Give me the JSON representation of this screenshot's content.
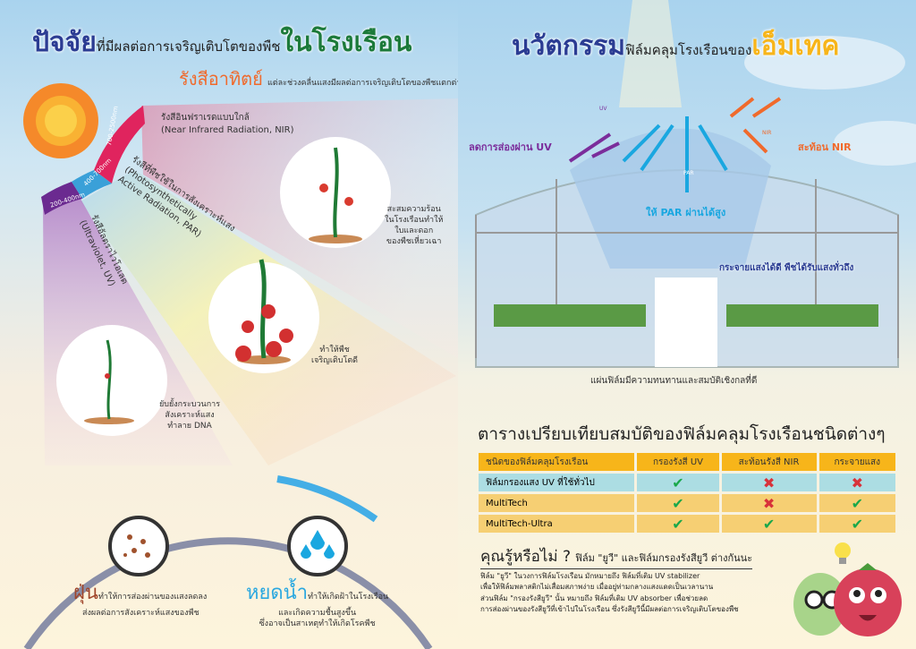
{
  "left": {
    "title_a": "ปัจจัย",
    "title_b": "ที่มีผลต่อการเจริญเติบโตของพืช",
    "title_c": "ในโรงเรือน",
    "sub_a": "รังสีอาทิตย์",
    "sub_b": "แต่ละช่วงคลื่นแสงมีผลต่อการเจริญเติบโตของพืชแตกต่างกัน",
    "bands": [
      "200-400nm",
      "400-700nm",
      "700-2500nm"
    ],
    "nir_th": "รังสีอินฟราเรดแบบใกล้",
    "nir_en": "(Near Infrared Radiation, NIR)",
    "par_th": "รังสีที่พืชใช้ในการสังเคราะห์แสง",
    "par_en1": "(Photosynthetically",
    "par_en2": "Active Radiation, PAR)",
    "uv_th": "รังสีอัลตราไวโอเลต",
    "uv_en": "(Ultraviolet, UV)",
    "nir_effect": [
      "สะสมความร้อน",
      "ในโรงเรือนทำให้",
      "ใบและดอก",
      "ของพืชเหี่ยวเฉา"
    ],
    "par_effect": [
      "ทำให้พืช",
      "เจริญเติบโตดี"
    ],
    "uv_effect": [
      "ยับยั้งกระบวนการ",
      "สังเคราะห์แสง",
      "ทำลาย DNA"
    ],
    "dust_title": "ฝุ่น",
    "dust_text": [
      "ทำให้การส่องผ่านของแสงลดลง",
      "ส่งผลต่อการสังเคราะห์แสงของพืช"
    ],
    "drop_title": "หยดน้ำ",
    "drop_text": [
      "ทำให้เกิดฝ้าในโรงเรือน",
      "และเกิดความชื้นสูงขึ้น",
      "ซึ่งอาจเป็นสาเหตุทำให้เกิดโรคพืช"
    ]
  },
  "right": {
    "title_a": "นวัตกรรม",
    "title_b": "ฟิล์มคลุมโรงเรือนของ",
    "title_c": "เอ็มเทค",
    "uv_label": "ลดการส่องผ่าน UV",
    "nir_label": "สะท้อน NIR",
    "par_label": "ให้ PAR ผ่านได้สูง",
    "arrow_labels": {
      "uv": "UV",
      "par": "PAR",
      "nir": "NIR"
    },
    "diffuse_label": "กระจายแสงได้ดี พืชได้รับแสงทั่วถึง",
    "durable_label": "แผ่นฟิล์มมีความทนทานและสมบัติเชิงกลที่ดี",
    "table_title": "ตารางเปรียบเทียบสมบัติของฟิล์มคลุมโรงเรือนชนิดต่างๆ",
    "table": {
      "headers": [
        "ชนิดของฟิล์มคลุมโรงเรือน",
        "กรองรังสี UV",
        "สะท้อนรังสี NIR",
        "กระจายแสง"
      ],
      "rows": [
        {
          "name": "ฟิล์มกรองแสง UV ที่ใช้ทั่วไป",
          "vals": [
            "✔",
            "✖",
            "✖"
          ]
        },
        {
          "name": "MultiTech",
          "vals": [
            "✔",
            "✖",
            "✔"
          ]
        },
        {
          "name": "MultiTech-Ultra",
          "vals": [
            "✔",
            "✔",
            "✔"
          ]
        }
      ]
    },
    "dyk_a": "คุณรู้หรือไม่ ?",
    "dyk_b": "ฟิล์ม \"ยูวี\" และฟิล์มกรองรังสียูวี ต่างกันนะ",
    "dyk_text": [
      "ฟิล์ม \"ยูวี\" ในวงการฟิล์มโรงเรือน มักหมายถึง ฟิล์มที่เติม UV stabilizer",
      "เพื่อให้ฟิล์มพลาสติกไม่เสื่อมสภาพง่าย เมื่ออยู่ท่ามกลางแสงแดดเป็นเวลานาน",
      "ส่วนฟิล์ม \"กรองรังสียูวี\" นั้น หมายถึง ฟิล์มที่เติม UV absorber เพื่อช่วยลด",
      "การส่องผ่านของรังสียูวีที่เข้าไปในโรงเรือน ซึ่งรังสียูวีนี้มีผลต่อการเจริญเติบโตของพืช"
    ]
  },
  "colors": {
    "uv": "#7b2d9b",
    "par": "#1aa7e0",
    "nir": "#f06a2c",
    "title_blue": "#2b3c93",
    "title_green": "#1c7a3a",
    "orange": "#f7b51a"
  }
}
